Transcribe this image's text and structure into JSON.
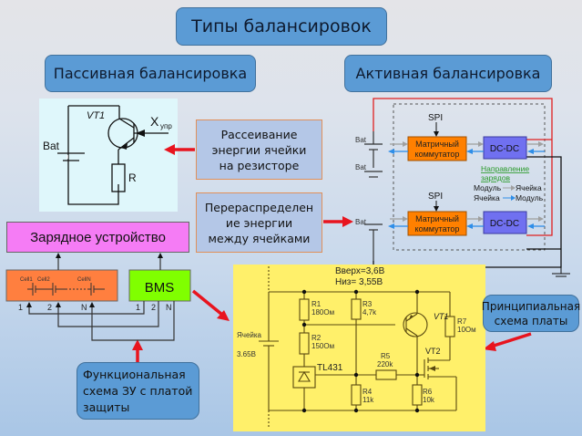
{
  "title": "Типы балансировок",
  "passive": {
    "label": "Пассивная балансировка",
    "schematic": {
      "bat": "Bat",
      "transistor": "VT1",
      "control": "X",
      "control_sub": "упр",
      "resistor": "R"
    },
    "description": [
      "Рассеивание",
      "энергии ячейки",
      "на резисторе"
    ]
  },
  "active": {
    "label": "Активная балансировка",
    "description": [
      "Перераспределен",
      "ие энергии",
      "между ячейками"
    ],
    "schematic": {
      "bat": "Bat",
      "spi": "SPI",
      "matrix": [
        "Матричный",
        "коммутатор"
      ],
      "dcdc": "DC-DC",
      "direction": [
        "Направление",
        "зарядов"
      ],
      "legend": [
        {
          "from": "Модуль",
          "to": "Ячейка",
          "color": "#a0a0a0"
        },
        {
          "from": "Ячейка",
          "to": "Модуль",
          "color": "#2e8ee8"
        }
      ]
    }
  },
  "charger": {
    "label": "Зарядное устройство",
    "cells": [
      "Cell1",
      "Cell2",
      "CellN"
    ],
    "bms": "BMS",
    "pin_labels": [
      "1",
      "2",
      "N"
    ],
    "caption": [
      "Функциональная",
      "схема ЗУ с платой",
      "защиты"
    ]
  },
  "board": {
    "top_label": "Вверх=3,6В",
    "bottom_label": "Низ= 3,55В",
    "cell_label": "Ячейка",
    "cell_voltage": "3.65В",
    "components": {
      "R1": [
        "R1",
        "180Ом"
      ],
      "R2": [
        "R2",
        "150Ом"
      ],
      "R3": [
        "R3",
        "4,7k"
      ],
      "R4": [
        "R4",
        "11k"
      ],
      "R5": [
        "R5",
        "220k"
      ],
      "R6": [
        "R6",
        "10k"
      ],
      "R7": [
        "R7",
        "10Ом"
      ],
      "VT1": "VT1",
      "VT2": "VT2",
      "TL": "TL431"
    },
    "caption": [
      "Принципиальная",
      "схема платы"
    ]
  },
  "colors": {
    "accent_blue": "#5b9bd5",
    "info_fill": "#b4c7e7",
    "arrow_red": "#e8141e",
    "matrix_orange": "#ff8000",
    "dcdc_purple": "#7070f0",
    "charger_magenta": "#f57cf5",
    "cells_orange": "#ff7f3f",
    "bms_green": "#80ff00",
    "board_yellow": "#fff06a"
  }
}
